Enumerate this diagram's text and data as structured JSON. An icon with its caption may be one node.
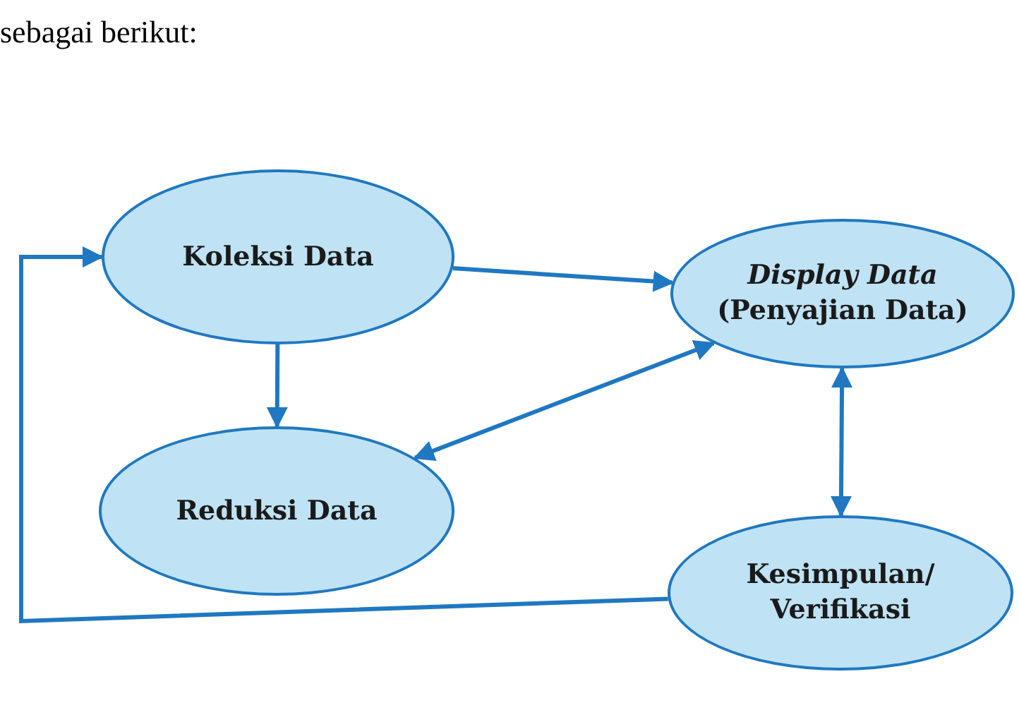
{
  "diagram": {
    "nodes": [
      {
        "text": [
          "Koleksi Data"
        ]
      },
      {
        "text": [
          "*Display Data* (Penyajian Data)"
        ]
      },
      {
        "text": [
          "Reduksi Data"
        ]
      },
      {
        "text": [
          "Kesimpulan/ Verifikasi"
        ]
      }
    ],
    "edges": [
      {
        "from": 0,
        "to": 1,
        "arrow": "to"
      },
      {
        "from": 0,
        "to": 2,
        "arrow": "to"
      },
      {
        "from": 2,
        "to": 1,
        "arrow": "both"
      },
      {
        "from": 1,
        "to": 3,
        "arrow": "both"
      },
      {
        "from": 3,
        "to": 0,
        "arrow": "to"
      }
    ],
    "labels": [
      "sebagai berikut:"
    ]
  }
}
